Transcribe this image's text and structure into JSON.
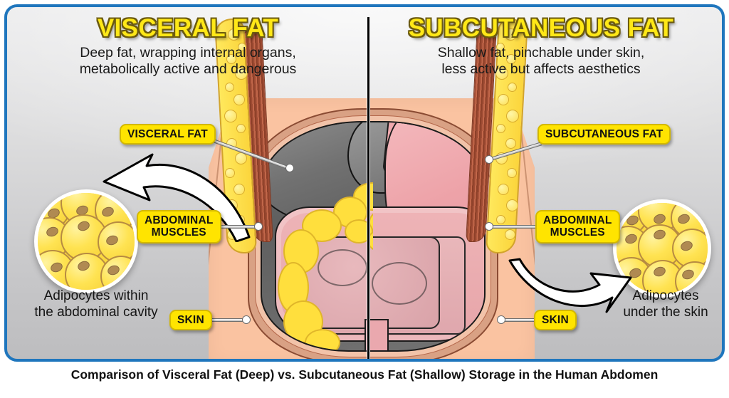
{
  "panel": {
    "border_color": "#1f76bd",
    "background": "#d7d7d9"
  },
  "headers": {
    "left": {
      "title": "VISCERAL FAT",
      "subtitle_line1": "Deep fat, wrapping internal organs,",
      "subtitle_line2": "metabolically active and dangerous",
      "title_color": "#ffe817"
    },
    "right": {
      "title": "SUBCUTANEOUS FAT",
      "subtitle_line1": "Shallow fat, pinchable under skin,",
      "subtitle_line2": "less active but affects aesthetics",
      "title_color": "#ffe817"
    }
  },
  "tags": {
    "visceral_fat": "VISCERAL FAT",
    "subcutaneous_fat": "SUBCUTANEOUS FAT",
    "abdominal_muscles_left_line1": "ABDOMINAL",
    "abdominal_muscles_left_line2": "MUSCLES",
    "abdominal_muscles_right_line1": "ABDOMINAL",
    "abdominal_muscles_right_line2": "MUSCLES",
    "skin_left": "SKIN",
    "skin_right": "SKIN",
    "tag_bg": "#ffe400"
  },
  "descriptions": {
    "left_line1": "Adipocytes within",
    "left_line2": "the abdominal cavity",
    "right_line1": "Adipocytes",
    "right_line2": "under the skin"
  },
  "caption": "Comparison of Visceral Fat (Deep) vs. Subcutaneous Fat (Shallow) Storage in the Human Abdomen",
  "anatomy": {
    "skin_color": "#fac3a1",
    "fat_color": "#fbd53c",
    "muscle_color": "#9e4b33",
    "cavity_color": "#6f6f6f",
    "liver_color": "#717171",
    "stomach_color": "#eda2a8",
    "intestine_color": "#e7a5a9",
    "visceral_fat_color": "#ffdf3d",
    "adipocyte_color": "#ffe352",
    "adipocyte_nucleus_color": "#b08a52"
  }
}
